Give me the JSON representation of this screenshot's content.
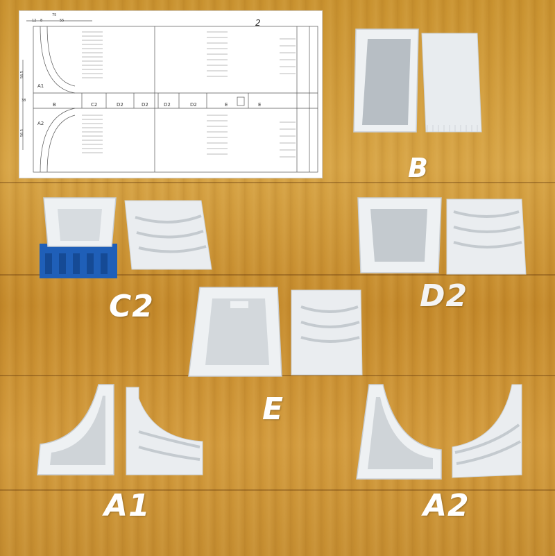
{
  "drawing": {
    "sheet_number": "2",
    "dim_top": [
      "75",
      "12",
      "8",
      "55"
    ],
    "dim_left": [
      "56.5",
      "38",
      "56.5"
    ],
    "section_labels": [
      "A1",
      "A2",
      "B",
      "C2",
      "D2",
      "D2",
      "D2",
      "D2",
      "E",
      "E"
    ]
  },
  "labels": {
    "b": "B",
    "c2": "C2",
    "d2": "D2",
    "e": "E",
    "a1": "A1",
    "a2": "A2"
  },
  "colors": {
    "wood": "#c9922f",
    "plastic": "#eef1f3",
    "plastic_shadow": "#c9ced3",
    "blue_base": "#1f5fb8"
  }
}
